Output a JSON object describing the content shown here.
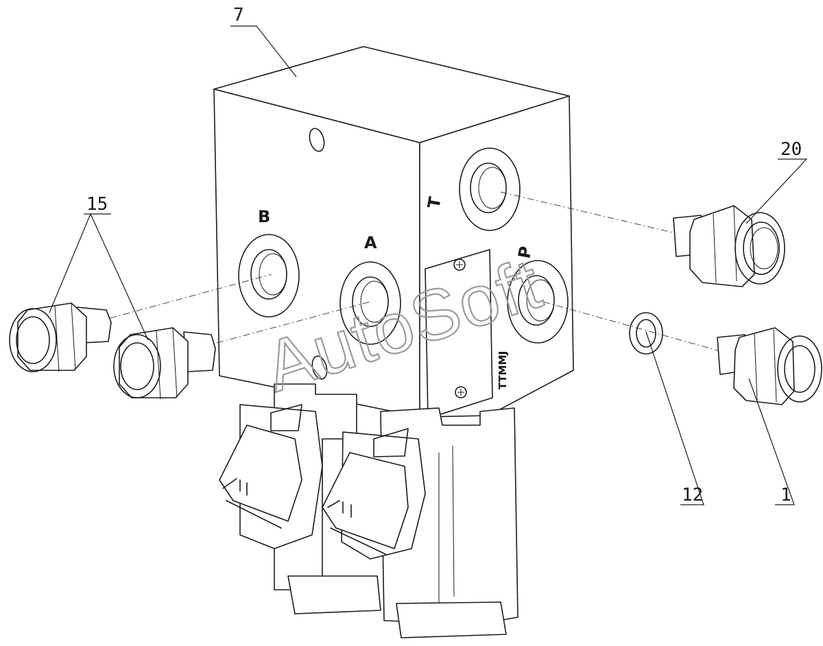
{
  "callouts": {
    "c7": "7",
    "c15": "15",
    "c20": "20",
    "c12": "12",
    "c1": "1"
  },
  "ports": {
    "b": "B",
    "a": "A",
    "t": "T",
    "p": "P"
  },
  "nameplate": "TTMMJ",
  "watermark": "AutoSoft"
}
